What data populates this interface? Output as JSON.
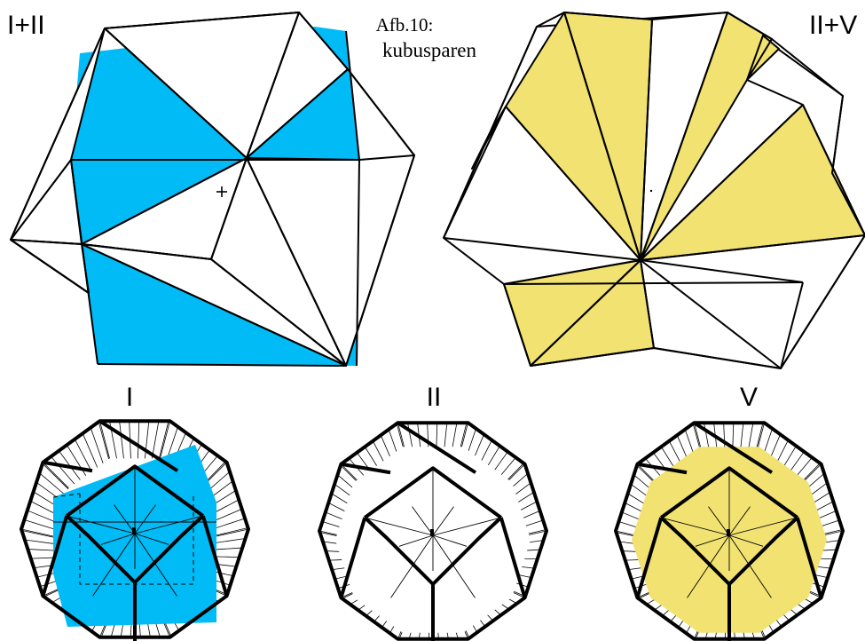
{
  "labels": {
    "top_left": "I+II",
    "top_right": "II+V",
    "bottom_left": "I",
    "bottom_middle": "II",
    "bottom_right": "V"
  },
  "caption": {
    "line1": "Afb.10:",
    "line2": "kubusparen"
  },
  "colors": {
    "blue": "#00bbf5",
    "yellow": "#f1e272",
    "line": "#000000",
    "background": "#ffffff"
  }
}
